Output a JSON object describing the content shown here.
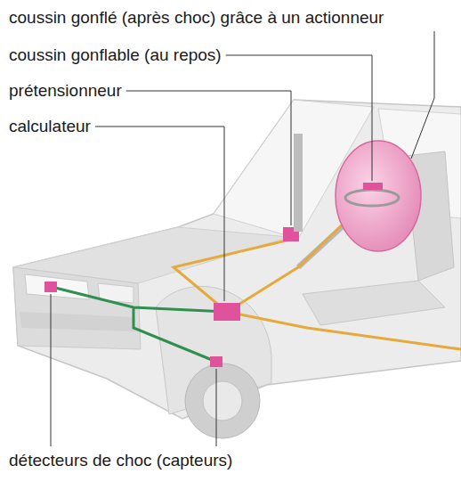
{
  "diagram": {
    "labels": [
      "coussin gonflé (après choc) grâce à un actionneur",
      "coussin gonflable (au repos)",
      "prétensionneur",
      "calculateur",
      "détecteurs de choc (capteurs)"
    ]
  }
}
